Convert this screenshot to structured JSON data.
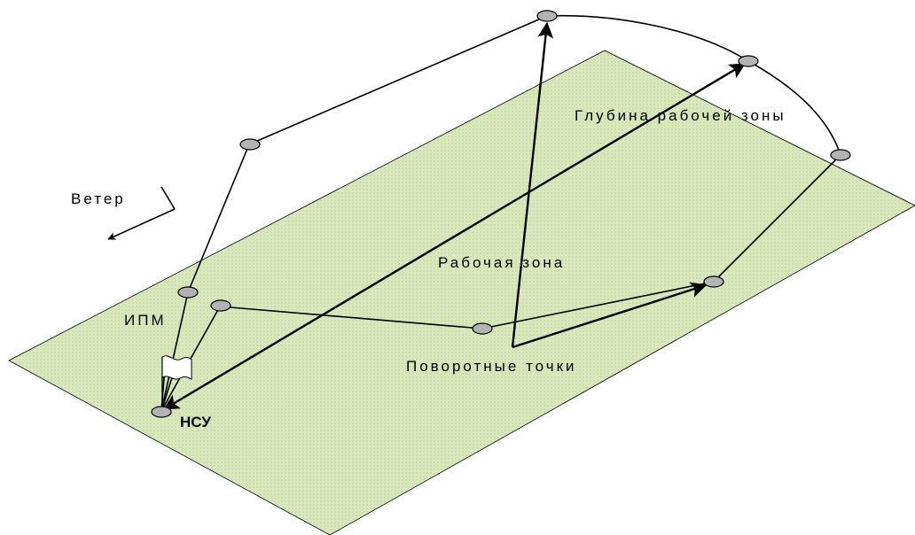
{
  "labels": {
    "wind": "Ветер",
    "work_zone": "Рабочая зона",
    "zone_depth": "Глубина рабочей зоны",
    "ipm": "ИПМ",
    "turn_points": "Поворотные точки",
    "nsu": "НСУ"
  },
  "colors": {
    "field_fill": "#d8e8bd",
    "field_dots": "#c6dba3",
    "node_fill": "#b3b3b3",
    "line": "#000000"
  },
  "icons": {
    "flag": "flag-icon",
    "wind_arrow": "wind-arrow-icon"
  }
}
